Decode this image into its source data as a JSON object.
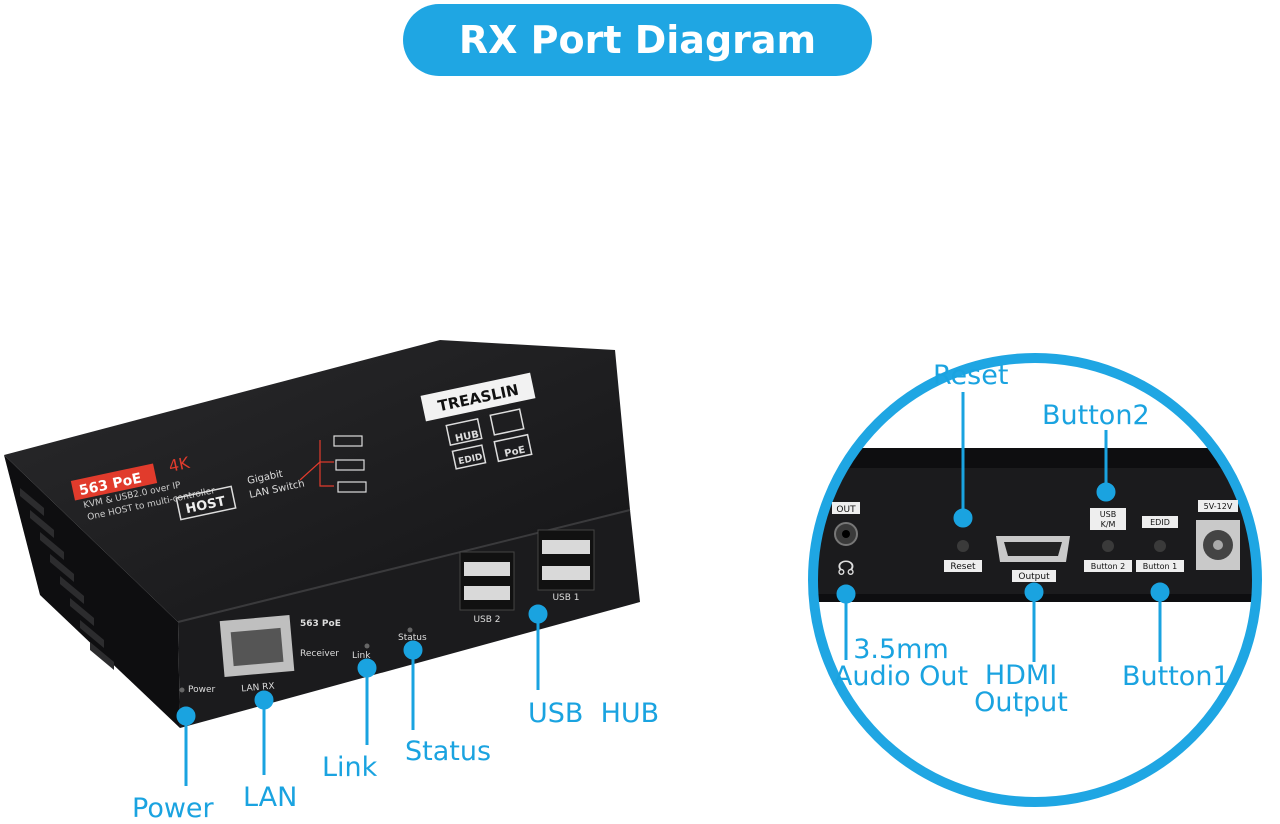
{
  "title": "RX Port Diagram",
  "colors": {
    "accent": "#1fa6e3",
    "device": "#1b1b1d",
    "callout": "#1aa3e0"
  },
  "device_left": {
    "brand": "TREASLIN",
    "badge_model": "563 PoE",
    "badge_4k": "4K",
    "line1": "KVM & USB2.0 over IP",
    "line2": "One HOST to multi-controller",
    "host_label": "HOST",
    "switch_label_1": "Gigabit",
    "switch_label_2": "LAN Switch",
    "icon_hub": "HUB",
    "icon_edid": "EDID",
    "icon_poe": "PoE",
    "receiver_model": "563 PoE",
    "receiver_label": "Receiver",
    "port_lan": "LAN RX",
    "port_link": "Link",
    "port_status": "Status",
    "port_power": "Power",
    "port_usb2": "USB 2",
    "port_usb1": "USB 1"
  },
  "device_right": {
    "out": "OUT",
    "reset": "Reset",
    "output": "Output",
    "usb_km_1": "USB",
    "usb_km_2": "K/M",
    "edid": "EDID",
    "button2": "Button 2",
    "button1": "Button 1",
    "power": "5V-12V"
  },
  "callouts": {
    "power": "Power",
    "lan": "LAN",
    "link": "Link",
    "status": "Status",
    "usb_hub": "USB  HUB",
    "reset": "Reset",
    "button2": "Button2",
    "audio_1": "3.5mm",
    "audio_2": "Audio Out",
    "hdmi_1": "HDMI",
    "hdmi_2": "Output",
    "button1": "Button1"
  }
}
